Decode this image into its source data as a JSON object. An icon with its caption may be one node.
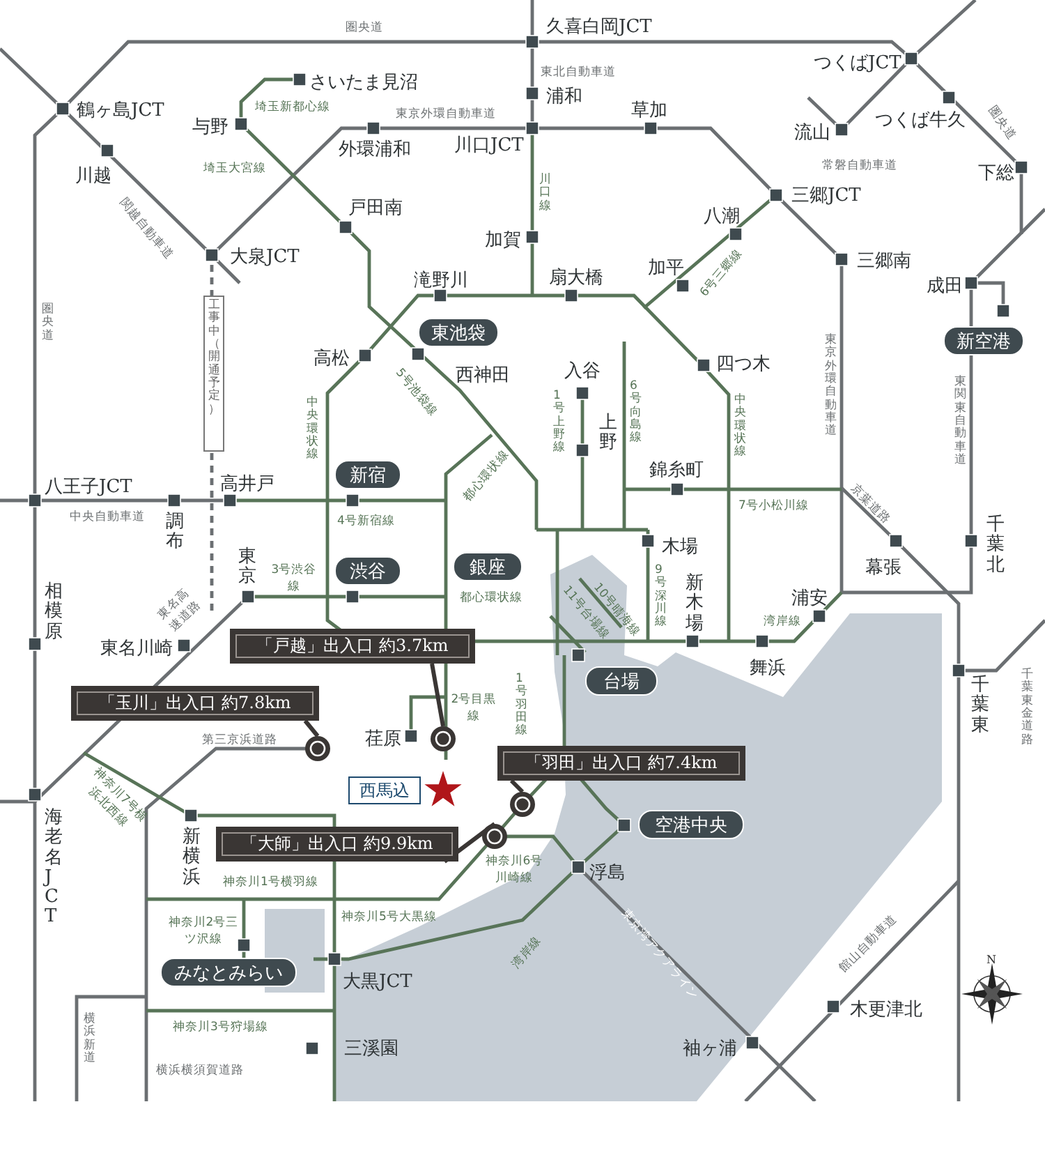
{
  "diagram": {
    "nodes": [
      {
        "text": [
          "東池袋"
        ]
      },
      {
        "text": [
          "新空港"
        ]
      },
      {
        "text": [
          "新宿"
        ]
      },
      {
        "text": [
          "渋谷"
        ]
      },
      {
        "text": [
          "銀座"
        ]
      },
      {
        "text": [
          "台場"
        ]
      },
      {
        "text": [
          "空港中央"
        ]
      },
      {
        "text": [
          "みなとみらい"
        ]
      },
      {
        "text": [
          "「戸越」出入口 約3.7km"
        ]
      },
      {
        "text": [
          "「玉川」出入口 約7.8km"
        ]
      },
      {
        "text": [
          "「羽田」出入口 約7.4km"
        ]
      },
      {
        "text": [
          "「大師」出入口 約9.9km"
        ]
      },
      {
        "text": [],
        "shape": "circle"
      },
      {
        "text": [],
        "shape": "circle"
      },
      {
        "text": [],
        "shape": "circle"
      },
      {
        "text": [],
        "shape": "circle"
      },
      {
        "text": [
          "西馬込"
        ]
      },
      {
        "text": [
          "工事中（開通予定）"
        ]
      },
      {
        "text": [],
        "shape": "star"
      }
    ],
    "edges": [
      {
        "from": 8,
        "to": 12,
        "arrow": "none"
      },
      {
        "from": 9,
        "to": 13,
        "arrow": "none"
      },
      {
        "from": 10,
        "to": 14,
        "arrow": "none"
      },
      {
        "from": 11,
        "to": 15,
        "arrow": "none"
      }
    ],
    "labels": [
      "圏央道",
      "久喜白岡JCT",
      "さいたま見沼",
      "東北自動車道",
      "つくばJCT",
      "鶴ヶ島JCT",
      "埼玉新都心線",
      "東京外環自動車道",
      "浦和",
      "草加",
      "つくば牛久",
      "圏央道",
      "与野",
      "外環浦和",
      "川口JCT",
      "流山",
      "川越",
      "埼玉大宮線",
      "常磐自動車道",
      "下総",
      "関越自動車道",
      "戸田南",
      "川口線",
      "八潮",
      "三郷JCT",
      "大泉JCT",
      "加賀",
      "加平",
      "三郷南",
      "滝野川",
      "扇大橋",
      "6号三郷線",
      "成田",
      "圏央道",
      "高松",
      "5号池袋線",
      "西神田",
      "入谷",
      "四つ木",
      "中央環状線",
      "1号上野線",
      "上野",
      "6号向島線",
      "中央環状線",
      "東京外環自動車道",
      "東関東自動車道",
      "八王子JCT",
      "高井戸",
      "都心環状線",
      "錦糸町",
      "京葉道路",
      "中央自動車道",
      "調布",
      "4号新宿線",
      "7号小松川線",
      "千葉北",
      "東京",
      "3号渋谷線",
      "木場",
      "幕張",
      "相模原",
      "東名高速道路",
      "都心環状線",
      "11号台場線",
      "10号晴海線",
      "9号深川線",
      "新木場",
      "浦安",
      "湾岸線",
      "東名川崎",
      "2号目黒線",
      "1号羽田線",
      "舞浜",
      "千葉東",
      "千葉東金道路",
      "第三京浜道路",
      "荏原",
      "神奈川7号横浜北西線",
      "海老名JCT",
      "新横浜",
      "神奈川1号横羽線",
      "神奈川6号川崎線",
      "浮島",
      "神奈川2号三ツ沢線",
      "神奈川5号大黒線",
      "湾岸線",
      "東京湾アクアライン",
      "館山自動車道",
      "N",
      "大黒JCT",
      "木更津北",
      "横浜新道",
      "神奈川3号狩場線",
      "三溪園",
      "袖ヶ浦",
      "横浜横須賀道路"
    ]
  }
}
